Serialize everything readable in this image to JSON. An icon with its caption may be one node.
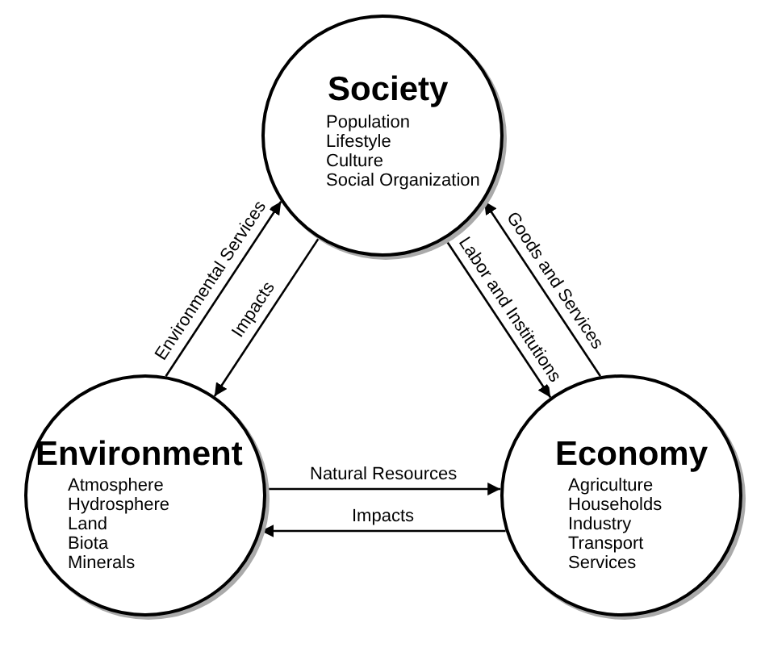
{
  "diagram": {
    "nodes": [
      {
        "text": [
          "Society",
          "Population",
          "Lifestyle",
          "Culture",
          "Social Organization"
        ]
      },
      {
        "text": [
          "Environment",
          "Atmosphere",
          "Hydrosphere",
          "Land",
          "Biota",
          "Minerals"
        ]
      },
      {
        "text": [
          "Economy",
          "Agriculture",
          "Households",
          "Industry",
          "Transport",
          "Services"
        ]
      }
    ],
    "edges": [
      {
        "from": 1,
        "to": 0,
        "arrow": "to",
        "label": "Environmental Services"
      },
      {
        "from": 0,
        "to": 1,
        "arrow": "to",
        "label": "Impacts"
      },
      {
        "from": 2,
        "to": 0,
        "arrow": "to",
        "label": "Goods and Services"
      },
      {
        "from": 0,
        "to": 2,
        "arrow": "to",
        "label": "Labor and Institutions"
      },
      {
        "from": 1,
        "to": 2,
        "arrow": "to",
        "label": "Natural Resources"
      },
      {
        "from": 2,
        "to": 1,
        "arrow": "to",
        "label": "Impacts"
      }
    ]
  }
}
